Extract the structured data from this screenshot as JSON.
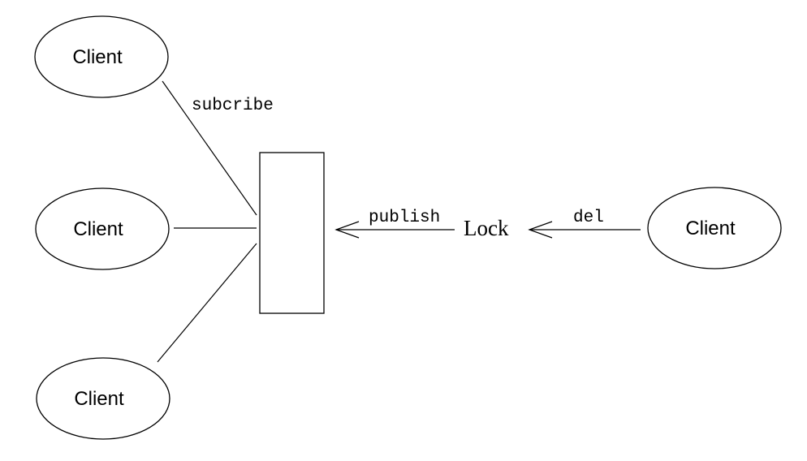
{
  "nodes": {
    "client_top": "Client",
    "client_middle": "Client",
    "client_bottom": "Client",
    "client_right": "Client",
    "lock": "Lock"
  },
  "edges": {
    "subscribe": "subcribe",
    "publish": "publish",
    "del": "del"
  },
  "colors": {
    "stroke": "#000000",
    "background": "#ffffff"
  }
}
